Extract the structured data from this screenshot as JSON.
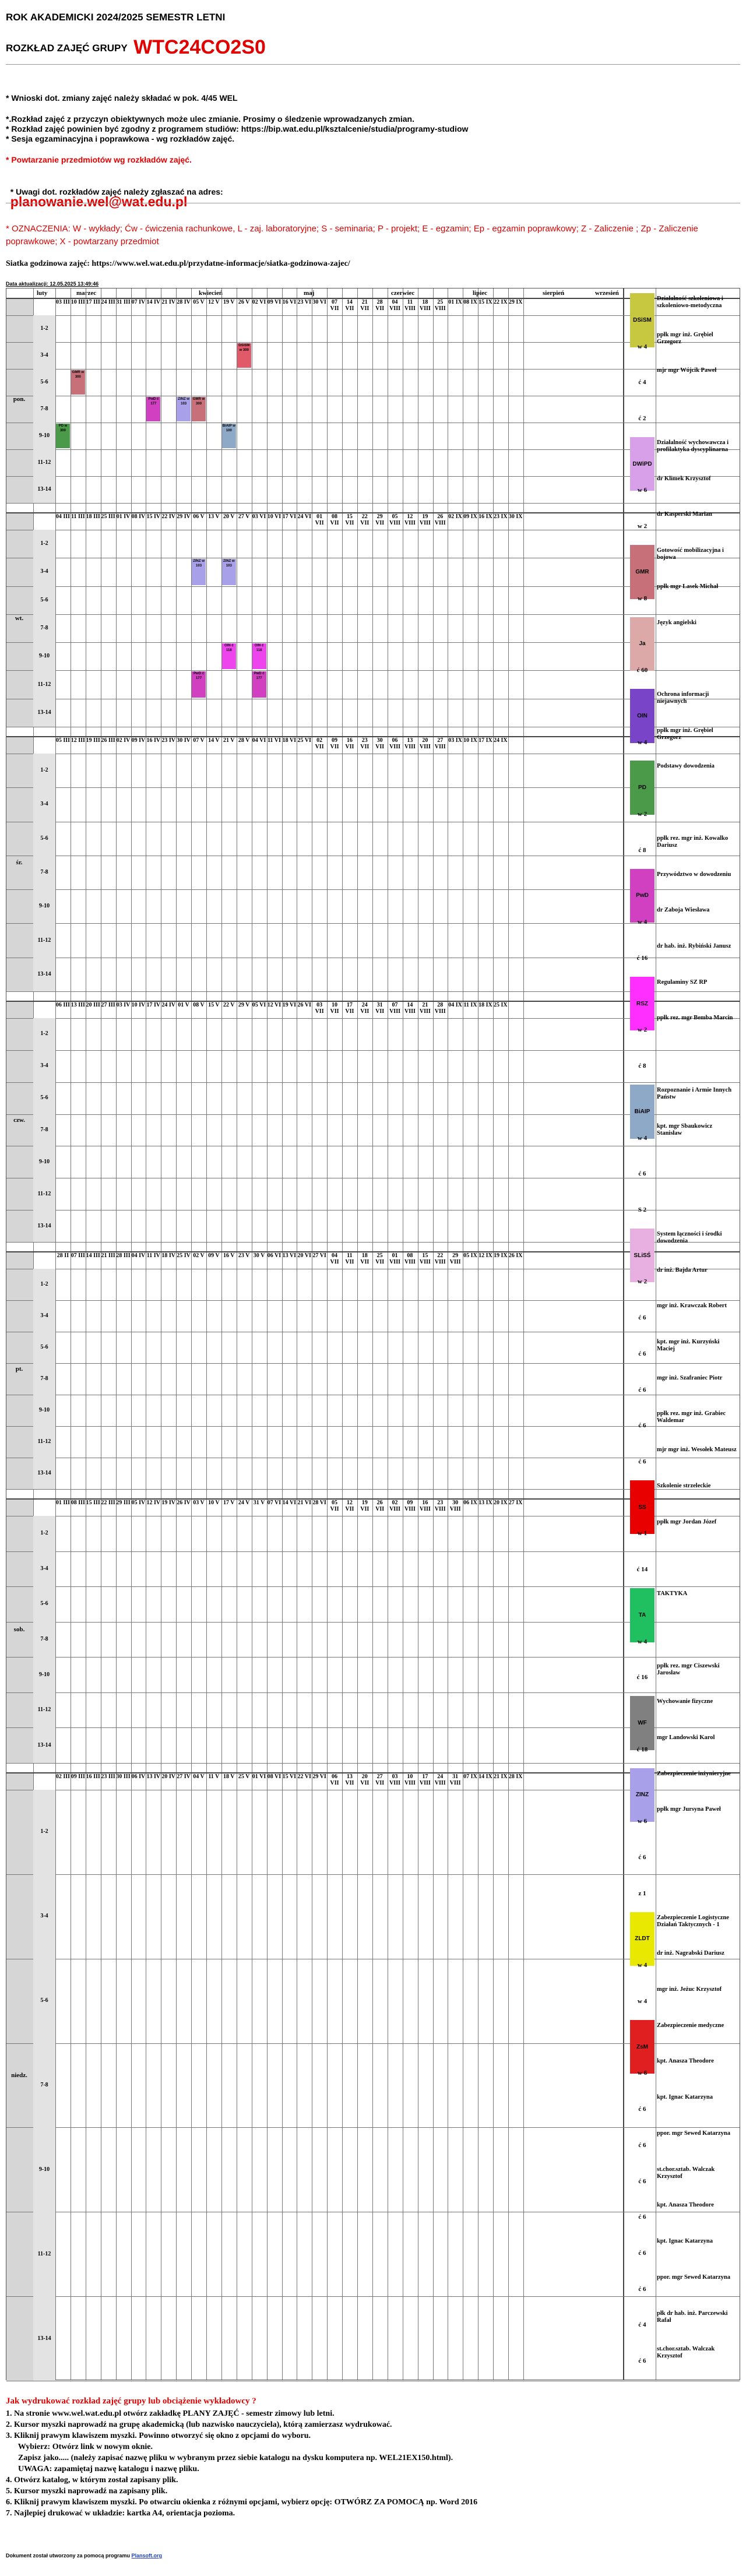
{
  "header": {
    "year_line": "ROK AKADEMICKI 2024/2025   SEMESTR LETNI",
    "group_prefix": "ROZKŁAD ZAJĘĆ GRUPY",
    "group_code": "WTC24CO2S0"
  },
  "notes": {
    "wnioski": "* Wnioski dot. zmiany zajęć należy składać w pok. 4/45 WEL",
    "block": "*.Rozkład zajęć z przyczyn obiektywnych może ulec zmianie. Prosimy o śledzenie wprowadzanych zmian.\n* Rozkład zajęć powinien być zgodny z programem studiów: https://bip.wat.edu.pl/ksztalcenie/studia/programy-studiow\n* Sesja egzaminacyjna i poprawkowa - wg rozkładów zajęć.",
    "powtarzanie": "* Powtarzanie przedmiotów wg rozkładów zajęć.",
    "uwagi_prefix": "* Uwagi dot. rozkładów zajęć należy zgłaszać na adres:",
    "uwagi_mail": "planowanie.wel@wat.edu.pl"
  },
  "oznaczenia": "* OZNACZENIA: W - wykłady; Ćw - ćwiczenia rachunkowe, L - zaj. laboratoryjne; S - seminaria; P - projekt; E - egzamin; Ep - egzamin poprawkowy; Z - Zaliczenie ; Zp - Zaliczenie poprawkowe; X - powtarzany przedmiot",
  "siatka": "Siatka godzinowa zajęć: https://www.wel.wat.edu.pl/przydatne-informacje/siatka-godzinowa-zajec/",
  "aktualizacja": "Data aktualizacji: 12.05.2025 13:49:46",
  "grid": {
    "corner_label": "luty",
    "months": [
      "marzec",
      "kwiecień",
      "maj",
      "czerwiec",
      "lipiec",
      "sierpień",
      "wrzesień"
    ],
    "hours": [
      "1-2",
      "3-4",
      "5-6",
      "7-8",
      "9-10",
      "11-12",
      "13-14"
    ],
    "days": [
      {
        "label": "pon.",
        "dates": [
          "03 III",
          "10 III",
          "17 III",
          "24 III",
          "31 III",
          "07 IV",
          "14 IV",
          "21 IV",
          "28 IV",
          "05 V",
          "12 V",
          "19 V",
          "26 V",
          "02 VI",
          "09 VI",
          "16 VI",
          "23 VI",
          "30 VI",
          "07 VII",
          "14 VII",
          "21 VII",
          "28 VII",
          "04 VIII",
          "11 VIII",
          "18 VIII",
          "25 VIII",
          "01 IX",
          "08 IX",
          "15 IX",
          "22 IX",
          "29 IX"
        ]
      },
      {
        "label": "wt.",
        "dates": [
          "04 III",
          "11 III",
          "18 III",
          "25 III",
          "01 IV",
          "08 IV",
          "15 IV",
          "22 IV",
          "29 IV",
          "06 V",
          "13 V",
          "20 V",
          "27 V",
          "03 VI",
          "10 VI",
          "17 VI",
          "24 VI",
          "01 VII",
          "08 VII",
          "15 VII",
          "22 VII",
          "29 VII",
          "05 VIII",
          "12 VIII",
          "19 VIII",
          "26 VIII",
          "02 IX",
          "09 IX",
          "16 IX",
          "23 IX",
          "30 IX"
        ]
      },
      {
        "label": "śr.",
        "dates": [
          "05 III",
          "12 III",
          "19 III",
          "26 III",
          "02 IV",
          "09 IV",
          "16 IV",
          "23 IV",
          "30 IV",
          "07 V",
          "14 V",
          "21 V",
          "28 V",
          "04 VI",
          "11 VI",
          "18 VI",
          "25 VI",
          "02 VII",
          "09 VII",
          "16 VII",
          "23 VII",
          "30 VII",
          "06 VIII",
          "13 VIII",
          "20 VIII",
          "27 VIII",
          "03 IX",
          "10 IX",
          "17 IX",
          "24 IX"
        ]
      },
      {
        "label": "czw.",
        "dates": [
          "06 III",
          "13 III",
          "20 III",
          "27 III",
          "03 IV",
          "10 IV",
          "17 IV",
          "24 IV",
          "01 V",
          "08 V",
          "15 V",
          "22 V",
          "29 V",
          "05 VI",
          "12 VI",
          "19 VI",
          "26 VI",
          "03 VII",
          "10 VII",
          "17 VII",
          "24 VII",
          "31 VII",
          "07 VIII",
          "14 VIII",
          "21 VIII",
          "28 VIII",
          "04 IX",
          "11 IX",
          "18 IX",
          "25 IX"
        ]
      },
      {
        "label": "pt.",
        "dates": [
          "28 II",
          "07 III",
          "14 III",
          "21 III",
          "28 III",
          "04 IV",
          "11 IV",
          "18 IV",
          "25 IV",
          "02 V",
          "09 V",
          "16 V",
          "23 V",
          "30 V",
          "06 VI",
          "13 VI",
          "20 VI",
          "27 VI",
          "04 VII",
          "11 VII",
          "18 VII",
          "25 VII",
          "01 VIII",
          "08 VIII",
          "15 VIII",
          "22 VIII",
          "29 VIII",
          "05 IX",
          "12 IX",
          "19 IX",
          "26 IX"
        ]
      },
      {
        "label": "sob.",
        "dates": [
          "01 III",
          "08 III",
          "15 III",
          "22 III",
          "29 III",
          "05 IV",
          "12 IV",
          "19 IV",
          "26 IV",
          "03 V",
          "10 V",
          "17 V",
          "24 V",
          "31 V",
          "07 VI",
          "14 VI",
          "21 VI",
          "28 VI",
          "05 VII",
          "12 VII",
          "19 VII",
          "26 VII",
          "02 VIII",
          "09 VIII",
          "16 VIII",
          "23 VIII",
          "30 VIII",
          "06 IX",
          "13 IX",
          "20 IX",
          "27 IX"
        ]
      },
      {
        "label": "niedz.",
        "dates": [
          "02 III",
          "09 III",
          "16 III",
          "23 III",
          "30 III",
          "06 IV",
          "13 IV",
          "20 IV",
          "27 IV",
          "04 V",
          "11 V",
          "18 V",
          "25 V",
          "01 VI",
          "08 VI",
          "15 VI",
          "22 VI",
          "29 VI",
          "06 VII",
          "13 VII",
          "20 VII",
          "27 VII",
          "03 VIII",
          "10 VIII",
          "17 VIII",
          "24 VIII",
          "31 VIII",
          "07 IX",
          "14 IX",
          "21 IX",
          "28 IX"
        ]
      }
    ],
    "events": [
      {
        "text": "DSiSM w 300",
        "color": "#e05a6a",
        "day": 0,
        "slot": 1,
        "col": 12
      },
      {
        "text": "GMR w 300",
        "color": "#c8707a",
        "day": 0,
        "slot": 2,
        "col": 1
      },
      {
        "text": "PwD ć 177",
        "color": "#d040c0",
        "day": 0,
        "slot": 3,
        "col": 6
      },
      {
        "text": "ZINZ w 103",
        "color": "#a8a0e8",
        "day": 0,
        "slot": 3,
        "col": 8
      },
      {
        "text": "GMR w 300",
        "color": "#c8707a",
        "day": 0,
        "slot": 3,
        "col": 9
      },
      {
        "text": "BiAIP w 100",
        "color": "#8ea8c8",
        "day": 0,
        "slot": 4,
        "col": 11
      },
      {
        "text": "PD w 300",
        "color": "#4a9a4a",
        "day": 0,
        "slot": 4,
        "col": 0
      },
      {
        "text": "ZINZ w 103",
        "color": "#a8a0e8",
        "day": 1,
        "slot": 1,
        "col": 9
      },
      {
        "text": "ZINZ w 103",
        "color": "#a8a0e8",
        "day": 1,
        "slot": 1,
        "col": 11
      },
      {
        "text": "OIN ć 118",
        "color": "#ee44ee",
        "day": 1,
        "slot": 4,
        "col": 11
      },
      {
        "text": "OIN ć 118",
        "color": "#ee44ee",
        "day": 1,
        "slot": 4,
        "col": 13
      },
      {
        "text": "PwD ć 177",
        "color": "#d040c0",
        "day": 1,
        "slot": 5,
        "col": 9
      },
      {
        "text": "PwD ć 177",
        "color": "#d040c0",
        "day": 1,
        "slot": 5,
        "col": 13
      }
    ]
  },
  "legend": [
    {
      "code": "DSiSM",
      "name": "Działalność szkoleniowa i szkoleniowo-metodyczna",
      "color": "#c8c840",
      "count": "",
      "teacher": ""
    },
    {
      "code": "",
      "name": "ppłk mgr inż. Grębiel Grzegorz",
      "color": "",
      "count": "w 4",
      "teacher": ""
    },
    {
      "code": "",
      "name": "mjr mgr Wójcik Paweł",
      "color": "",
      "count": "ć 4",
      "teacher": ""
    },
    {
      "code": "",
      "name": "",
      "color": "",
      "count": "ć 2",
      "teacher": ""
    },
    {
      "code": "DWiPD",
      "name": "Działalność wychowawcza i profilaktyka dyscyplinarna",
      "color": "#d8a0e8",
      "count": "",
      "teacher": ""
    },
    {
      "code": "",
      "name": "dr Klimek Krzysztof",
      "color": "",
      "count": "w 6",
      "teacher": ""
    },
    {
      "code": "",
      "name": "dr Kasperski Marian",
      "color": "",
      "count": "w 2",
      "teacher": ""
    },
    {
      "code": "GMR",
      "name": "Gotowość mobilizacyjna i bojowa",
      "color": "#c8707a",
      "count": "",
      "teacher": ""
    },
    {
      "code": "",
      "name": "ppłk mgr Lasek Michał",
      "color": "",
      "count": "w 8",
      "teacher": ""
    },
    {
      "code": "Ja",
      "name": "Język angielski",
      "color": "#dca8a8",
      "count": "",
      "teacher": ""
    },
    {
      "code": "",
      "name": "",
      "color": "",
      "count": "ć 60",
      "teacher": ""
    },
    {
      "code": "OIN",
      "name": "Ochrona informacji niejawnych",
      "color": "#7a44c8",
      "count": "",
      "teacher": ""
    },
    {
      "code": "",
      "name": "ppłk mgr inż. Grębiel Grzegorz",
      "color": "",
      "count": "w 4",
      "teacher": ""
    },
    {
      "code": "PD",
      "name": "Podstawy dowodzenia",
      "color": "#4a9a4a",
      "count": "",
      "teacher": ""
    },
    {
      "code": "",
      "name": "",
      "color": "",
      "count": "w 2",
      "teacher": ""
    },
    {
      "code": "",
      "name": "ppłk rez. mgr inż. Kowalko Dariusz",
      "color": "",
      "count": "ć 8",
      "teacher": ""
    },
    {
      "code": "PwD",
      "name": "Przywództwo w dowodzeniu",
      "color": "#d040c0",
      "count": "",
      "teacher": ""
    },
    {
      "code": "",
      "name": "dr Zaboja Wiesława",
      "color": "",
      "count": "w 4",
      "teacher": ""
    },
    {
      "code": "",
      "name": "dr hab. inż. Rybiński Janusz",
      "color": "",
      "count": "ć 16",
      "teacher": ""
    },
    {
      "code": "RSZ",
      "name": "Regulaminy SZ RP",
      "color": "#ff30ff",
      "count": "",
      "teacher": ""
    },
    {
      "code": "",
      "name": "ppłk rez. mgr Bemba Marcin",
      "color": "",
      "count": "w 2",
      "teacher": ""
    },
    {
      "code": "",
      "name": "",
      "color": "",
      "count": "ć 8",
      "teacher": ""
    },
    {
      "code": "BiAIP",
      "name": "Rozpoznanie i Armie Innych Państw",
      "color": "#8ea8c8",
      "count": "",
      "teacher": ""
    },
    {
      "code": "",
      "name": "kpt. mgr Sbaukowicz Stanisław",
      "color": "",
      "count": "w 4",
      "teacher": ""
    },
    {
      "code": "",
      "name": "",
      "color": "",
      "count": "ć 6",
      "teacher": ""
    },
    {
      "code": "",
      "name": "",
      "color": "",
      "count": "S 2",
      "teacher": ""
    },
    {
      "code": "SLiSŚ",
      "name": "System łączności i środki dowodzenia",
      "color": "#e8b0e0",
      "count": "",
      "teacher": ""
    },
    {
      "code": "",
      "name": "dr inż. Bajda Artur",
      "color": "",
      "count": "w 2",
      "teacher": ""
    },
    {
      "code": "",
      "name": "mgr inż. Krawczak Robert",
      "color": "",
      "count": "ć 6",
      "teacher": ""
    },
    {
      "code": "",
      "name": "kpt. mgr inż. Kurzyński Maciej",
      "color": "",
      "count": "ć 6",
      "teacher": ""
    },
    {
      "code": "",
      "name": "mgr inż. Szafraniec Piotr",
      "color": "",
      "count": "ć 6",
      "teacher": ""
    },
    {
      "code": "",
      "name": "ppłk rez. mgr inż. Grabiec Waldemar",
      "color": "",
      "count": "ć 6",
      "teacher": ""
    },
    {
      "code": "",
      "name": "mjr mgr inż. Wesołek Mateusz",
      "color": "",
      "count": "ć 6",
      "teacher": ""
    },
    {
      "code": "SS",
      "name": "Szkolenie strzeleckie",
      "color": "#e80000",
      "count": "",
      "teacher": ""
    },
    {
      "code": "",
      "name": "ppłk mgr Jordan Józef",
      "color": "",
      "count": "w 1",
      "teacher": ""
    },
    {
      "code": "",
      "name": "",
      "color": "",
      "count": "ć 14",
      "teacher": ""
    },
    {
      "code": "TA",
      "name": "TAKTYKA",
      "color": "#20c060",
      "count": "",
      "teacher": ""
    },
    {
      "code": "",
      "name": "",
      "color": "",
      "count": "w 4",
      "teacher": ""
    },
    {
      "code": "",
      "name": "ppłk rez. mgr Ciszewski Jarosław",
      "color": "",
      "count": "ć 16",
      "teacher": ""
    },
    {
      "code": "WF",
      "name": "Wychowanie fizyczne",
      "color": "#808080",
      "count": "",
      "teacher": ""
    },
    {
      "code": "",
      "name": "mgr Landowski Karol",
      "color": "",
      "count": "ć 18",
      "teacher": ""
    },
    {
      "code": "ZINZ",
      "name": "Zabezpieczenie inżynieryjne",
      "color": "#a8a0e8",
      "count": "",
      "teacher": ""
    },
    {
      "code": "",
      "name": "ppłk mgr Jursyna Paweł",
      "color": "",
      "count": "w 6",
      "teacher": ""
    },
    {
      "code": "",
      "name": "",
      "color": "",
      "count": "ć 6",
      "teacher": ""
    },
    {
      "code": "",
      "name": "",
      "color": "",
      "count": "z 1",
      "teacher": ""
    },
    {
      "code": "ZLDT",
      "name": "Zabezpieczenie Logistyczne Działań Taktycznych - 1",
      "color": "#e8e800",
      "count": "",
      "teacher": ""
    },
    {
      "code": "",
      "name": "dr inż. Nagrabski Dariusz",
      "color": "",
      "count": "w 4",
      "teacher": ""
    },
    {
      "code": "",
      "name": "mgr inż. Jeżuc Krzysztof",
      "color": "",
      "count": "w 4",
      "teacher": ""
    },
    {
      "code": "ZsM",
      "name": "Zabezpieczenie medyczne",
      "color": "#e02020",
      "count": "",
      "teacher": ""
    },
    {
      "code": "",
      "name": "kpt. Anasza Theodore",
      "color": "",
      "count": "w 6",
      "teacher": ""
    },
    {
      "code": "",
      "name": "kpt. Ignac Katarzyna",
      "color": "",
      "count": "ć 6",
      "teacher": ""
    },
    {
      "code": "",
      "name": "ppor. mgr Sewed Katarzyna",
      "color": "",
      "count": "ć 6",
      "teacher": ""
    },
    {
      "code": "",
      "name": "st.chor.sztab. Walczak Krzysztof",
      "color": "",
      "count": "ć 6",
      "teacher": ""
    },
    {
      "code": "",
      "name": "kpt. Anasza Theodore",
      "color": "",
      "count": "ć 6",
      "teacher": ""
    },
    {
      "code": "",
      "name": "kpt. Ignac Katarzyna",
      "color": "",
      "count": "ć 6",
      "teacher": ""
    },
    {
      "code": "",
      "name": "ppor. mgr Sewed Katarzyna",
      "color": "",
      "count": "ć 6",
      "teacher": ""
    },
    {
      "code": "",
      "name": "płk dr hab. inż. Parczewski Rafał",
      "color": "",
      "count": "ć 4",
      "teacher": ""
    },
    {
      "code": "",
      "name": "st.chor.sztab. Walczak Krzysztof",
      "color": "",
      "count": "ć 6",
      "teacher": ""
    }
  ],
  "footer": {
    "heading": "Jak wydrukować rozkład zajęć grupy lub obciążenie wykładowcy ?",
    "steps": "1. Na stronie www.wel.wat.edu.pl otwórz zakładkę PLANY ZAJĘĆ - semestr zimowy lub letni.\n2. Kursor myszki naprowadź na grupę akademicką (lub nazwisko nauczyciela), którą zamierzasz wydrukować.\n3. Kliknij prawym klawiszem myszki. Powinno otworzyć się okno z opcjami do wyboru.\n      Wybierz: Otwórz link w nowym oknie.\n      Zapisz jako..... (należy zapisać nazwę pliku w wybranym przez siebie katalogu na dysku komputera np. WEL21EX150.html).\n      UWAGA: zapamiętaj nazwę katalogu i nazwę pliku.\n4. Otwórz katalog, w którym został zapisany plik.\n5. Kursor myszki naprowadź na zapisany plik.\n6. Kliknij prawym klawiszem myszki. Po otwarciu okienka z różnymi opcjami, wybierz opcję: OTWÓRZ ZA POMOCĄ np. Word 2016\n7. Najlepiej drukować w układzie: kartka A4, orientacja pozioma.",
    "generated_prefix": "Dokument został utworzony za pomocą programu",
    "generated_link": "Plansoft.org"
  }
}
